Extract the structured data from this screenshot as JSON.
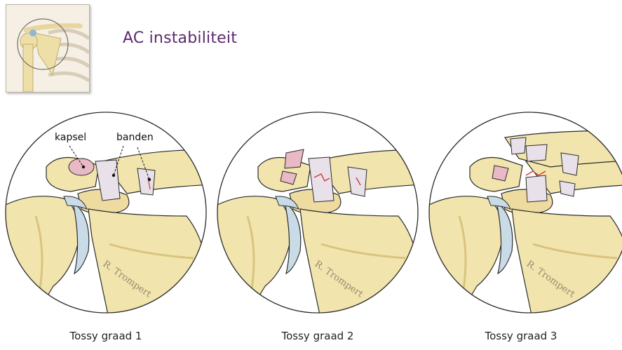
{
  "title": "AC instabiliteit",
  "labels": {
    "capsule": "kapsel",
    "ligaments": "banden"
  },
  "panels": [
    {
      "caption": "Tossy graad 1"
    },
    {
      "caption": "Tossy graad 2"
    },
    {
      "caption": "Tossy graad 3"
    }
  ],
  "signature": "R. Trompert",
  "colors": {
    "bone": "#f1e4ad",
    "bone_shadow": "#d9c47e",
    "cartilage": "#c9dbe6",
    "ligament": "#e8e1ea",
    "outline": "#2b2b2b",
    "tear": "#d23a3a",
    "title": "#5a2a6e"
  }
}
